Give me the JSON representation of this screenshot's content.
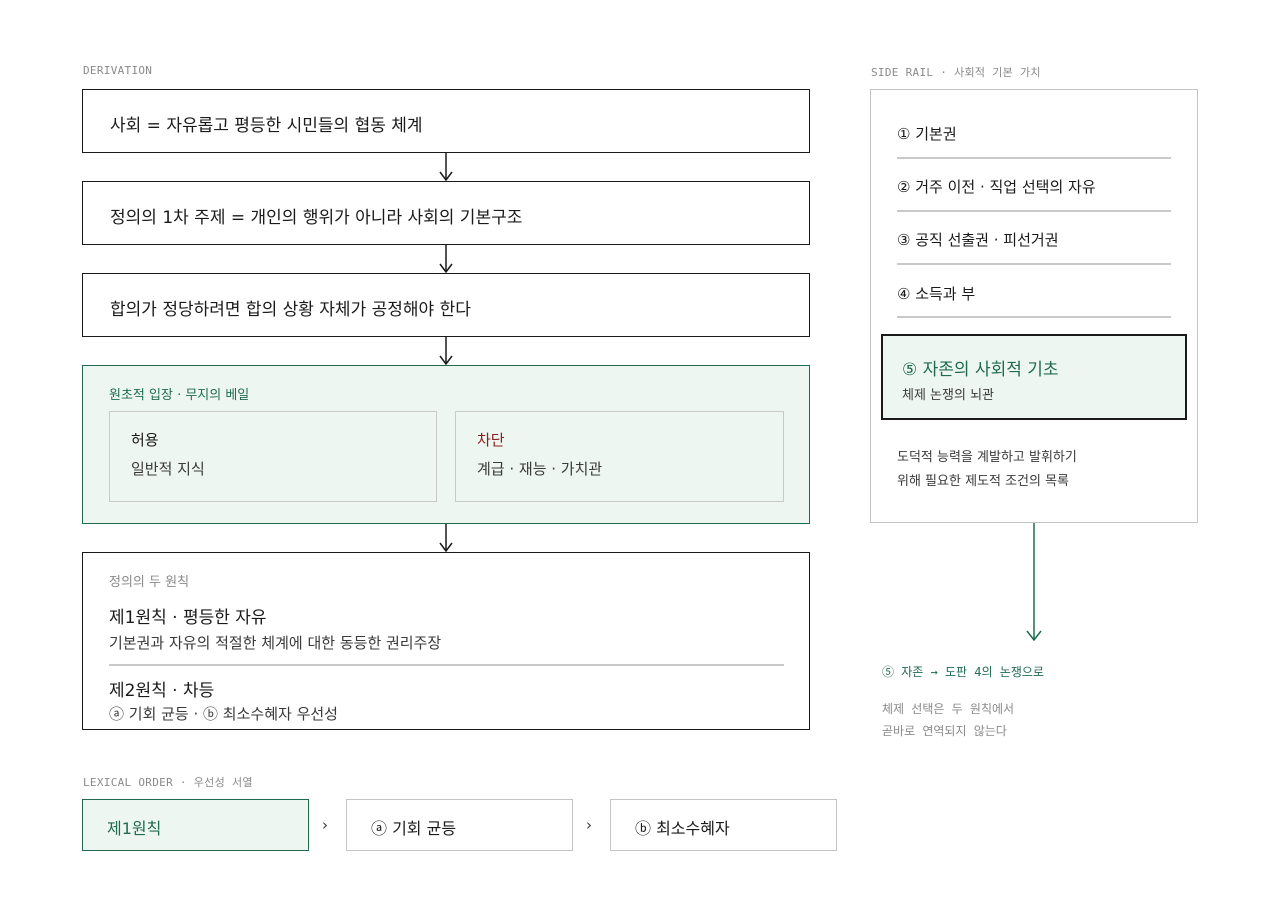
{
  "derivation": {
    "kicker": "DERIVATION",
    "steps": [
      "사회 = 자유롭고 평등한 시민들의 협동 체계",
      "정의의 1차 주제 = 개인의 행위가 아니라 사회의 기본구조",
      "합의가 정당하려면 합의 상황 자체가 공정해야 한다"
    ],
    "original_position": {
      "kicker": "원초적 입장 · 무지의 베일",
      "allowed": {
        "title": "허용",
        "detail": "일반적 지식"
      },
      "blocked": {
        "title": "차단",
        "detail": "계급 · 재능 · 가치관"
      }
    },
    "principles": {
      "kicker": "정의의 두 원칙",
      "first": {
        "title": "제1원칙 · 평등한 자유",
        "detail": "기본권과 자유의 적절한 체계에 대한 동등한 권리주장"
      },
      "second": {
        "title": "제2원칙 · 차등",
        "detail": "ⓐ 기회 균등 · ⓑ 최소수혜자 우선성"
      }
    }
  },
  "lexical_order": {
    "kicker": "LEXICAL ORDER · 우선성 서열",
    "items": [
      "제1원칙",
      "ⓐ 기회 균등",
      "ⓑ 최소수혜자"
    ],
    "separator": "›"
  },
  "side_rail": {
    "kicker": "SIDE RAIL · 사회적 기본 가치",
    "items": [
      "① 기본권",
      "② 거주 이전 · 직업 선택의 자유",
      "③ 공직 선출권 · 피선거권",
      "④ 소득과 부"
    ],
    "highlight": {
      "title": "⑤ 자존의 사회적 기초",
      "detail": "체제 논쟁의 뇌관"
    },
    "note_line1": "도덕적 능력을 계발하고 발휘하기",
    "note_line2": "위해 필요한 제도적 조건의 목록",
    "outcome": "⑤ 자존 → 도판 4의 논쟁으로",
    "outcome_note_line1": "체제 선택은 두 원칙에서",
    "outcome_note_line2": "곧바로 연역되지 않는다"
  },
  "colors": {
    "accent_green": "#1f6b4f",
    "accent_red": "#8a2020",
    "pale_green": "#eef6f1"
  }
}
